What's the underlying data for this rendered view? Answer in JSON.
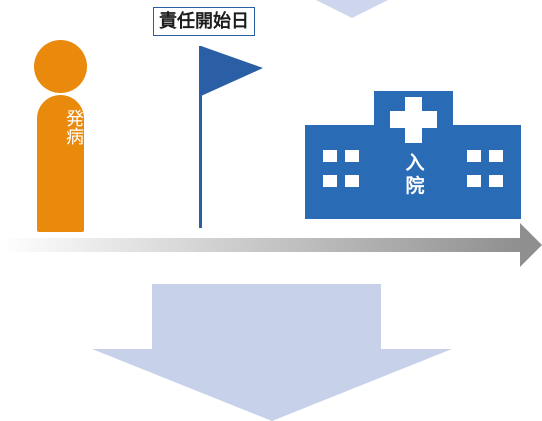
{
  "start_label": "責任開始日",
  "person": {
    "label_chars": [
      "発",
      "病"
    ],
    "color": "#ea8a0d"
  },
  "flag": {
    "icon": "flag-icon",
    "color": "#2a5fa6"
  },
  "hospital": {
    "icon": "hospital-icon",
    "label_chars": [
      "入",
      "院"
    ],
    "color": "#2a6bb6"
  },
  "timeline": {
    "icon": "right-arrow-icon",
    "color_start": "#ffffff",
    "color_end": "#8f8f8f"
  },
  "down_arrow": {
    "icon": "down-arrow-icon",
    "color": "#c7d2ea"
  }
}
